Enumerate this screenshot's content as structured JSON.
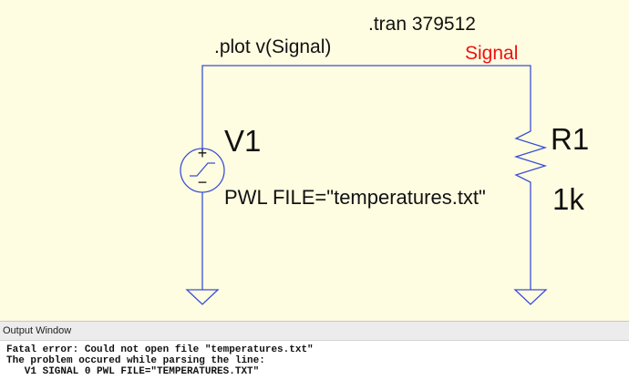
{
  "schematic": {
    "directives": {
      "tran": ".tran 379512",
      "plot": ".plot v(Signal)"
    },
    "net_label": "Signal",
    "components": {
      "v1": {
        "name": "V1",
        "value": "PWL FILE=\"temperatures.txt\"",
        "plus_sign": "+",
        "minus_sign": "−"
      },
      "r1": {
        "name": "R1",
        "value": "1k"
      }
    },
    "colors": {
      "wire": "#3b4fd6",
      "background": "#fffde1",
      "net_label": "#ee1111"
    }
  },
  "output_window": {
    "title": "Output Window",
    "lines": [
      "Fatal error: Could not open file \"temperatures.txt\"",
      "The problem occured while parsing the line:",
      "   V1 SIGNAL 0 PWL FILE=\"TEMPERATURES.TXT\""
    ]
  }
}
